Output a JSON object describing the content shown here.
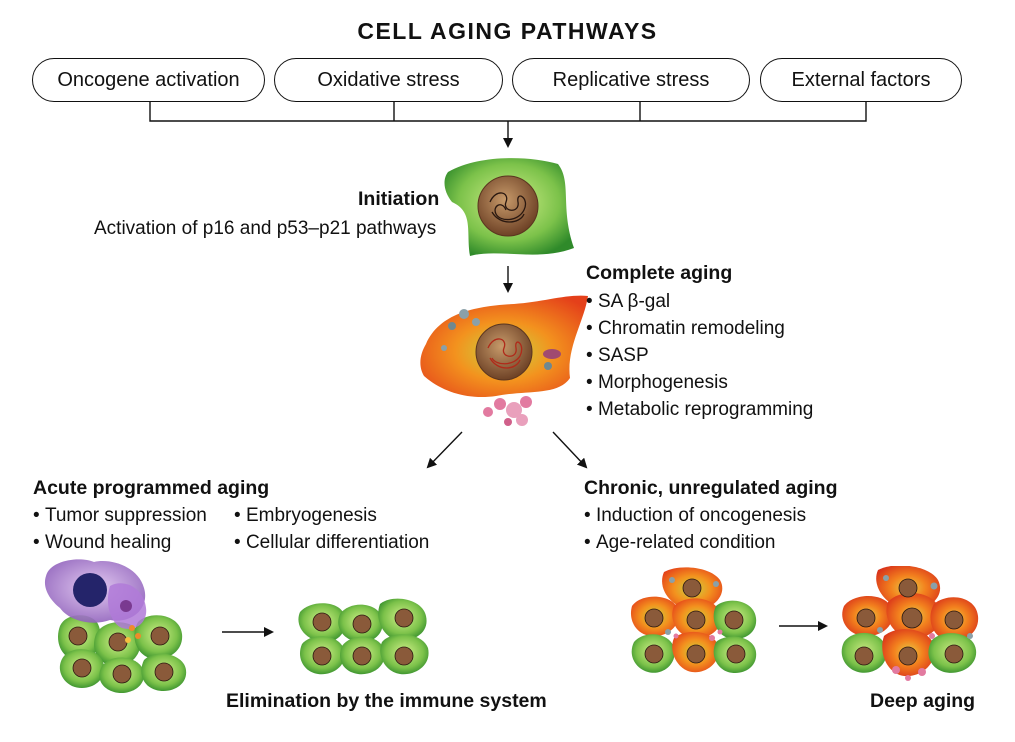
{
  "title": "CELL AGING PATHWAYS",
  "inputs": [
    "Oncogene activation",
    "Oxidative stress",
    "Replicative stress",
    "External factors"
  ],
  "initiation": {
    "heading": "Initiation",
    "text": "Activation of p16 and p53–p21 pathways"
  },
  "complete": {
    "heading": "Complete aging",
    "items": [
      "SA β-gal",
      "Chromatin remodeling",
      "SASP",
      "Morphogenesis",
      "Metabolic reprogramming"
    ]
  },
  "acute": {
    "heading": "Acute programmed aging",
    "col1": [
      "Tumor suppression",
      "Wound healing"
    ],
    "col2": [
      "Embryogenesis",
      "Cellular differentiation"
    ],
    "outcome": "Elimination by the immune system"
  },
  "chronic": {
    "heading": "Chronic, unregulated aging",
    "items": [
      "Induction of oncogenesis",
      "Age-related condition"
    ],
    "outcome": "Deep aging"
  },
  "colors": {
    "healthy_light": "#b6e36a",
    "healthy_dark": "#3c9a2e",
    "aged_orange": "#f07a1c",
    "aged_red": "#e03a1a",
    "nucleus": "#8a5a3a",
    "immune_purple": "#9a6cc0",
    "sasp_pink": "#e27aa0"
  }
}
